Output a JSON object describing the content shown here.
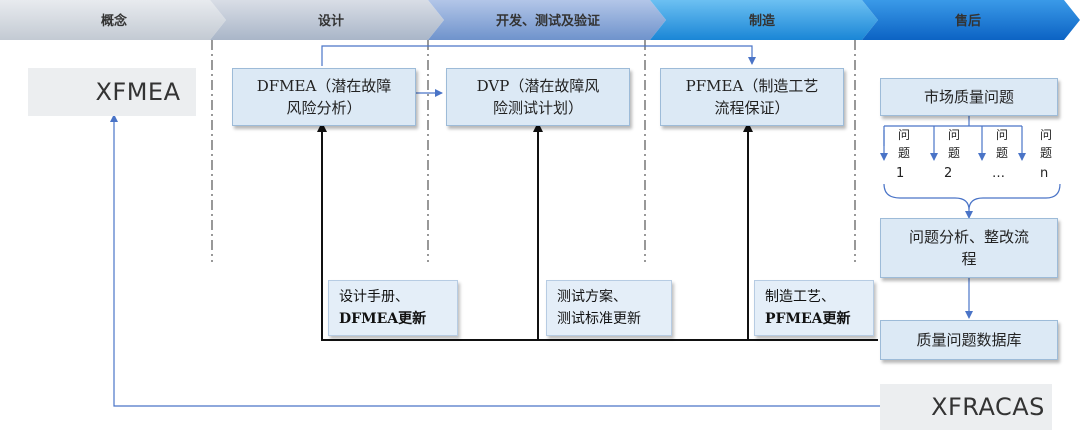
{
  "phases": [
    "概念",
    "设计",
    "开发、测试及验证",
    "制造",
    "售后"
  ],
  "boxes": {
    "dfmea": [
      "DFMEA（潜在故障",
      "风险分析）"
    ],
    "dvp": [
      "DVP（潜在故障风",
      "险测试计划）"
    ],
    "pfmea": [
      "PFMEA（制造工艺",
      "流程保证）"
    ],
    "market": "市场质量问题",
    "analysis": [
      "问题分析、整改流",
      "程"
    ],
    "database": "质量问题数据库"
  },
  "notes": {
    "design": [
      "设计手册、",
      "DFMEA更新"
    ],
    "test": [
      "测试方案、",
      "测试标准更新"
    ],
    "mfg": [
      "制造工艺、",
      "PFMEA更新"
    ]
  },
  "problems": [
    {
      "text": "问题",
      "num": "1"
    },
    {
      "text": "问题",
      "num": "2"
    },
    {
      "text": "问题",
      "num": "…"
    },
    {
      "text": "问题",
      "num": "n"
    }
  ],
  "logos": {
    "xfmea": "XFMEA",
    "xfracas": "XFRACAS"
  },
  "colors": {
    "phase_gray": "#cfd5dd",
    "phase_blue_light": "#7fa2d4",
    "phase_blue": "#1e88d8",
    "box_fill": "#dce9f5",
    "arrow_blue": "#4a74c7",
    "logo_red": "#c0392b"
  }
}
